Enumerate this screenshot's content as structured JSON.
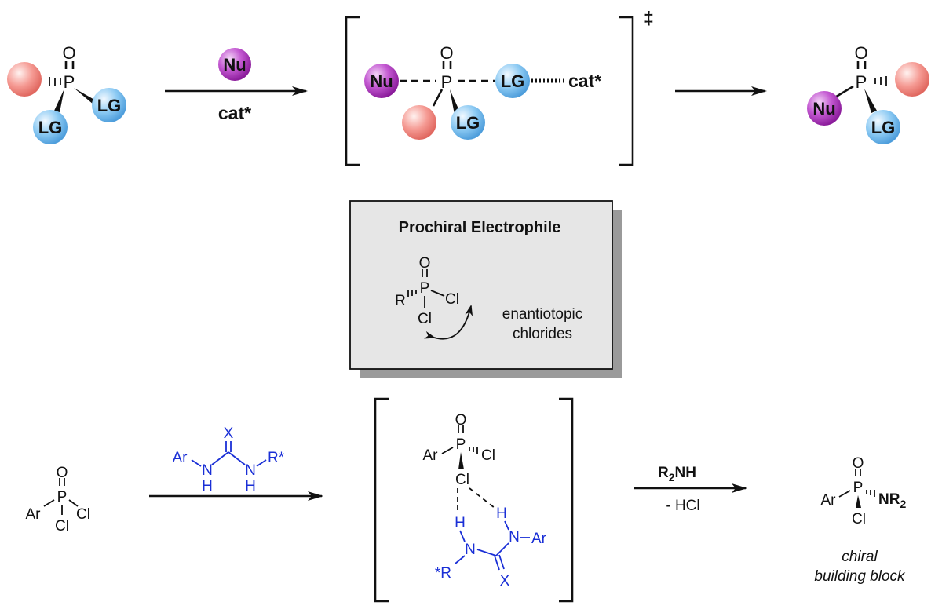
{
  "top_scheme": {
    "reactant": {
      "oxygen": "O",
      "phosphorus": "P",
      "leaving_group_a": "LG",
      "leaving_group_b": "LG"
    },
    "reagent": {
      "nucleophile": "Nu",
      "catalyst": "cat*"
    },
    "transition_state": {
      "nucleophile": "Nu",
      "oxygen": "O",
      "phosphorus": "P",
      "leaving_group_a": "LG",
      "leaving_group_b": "LG",
      "catalyst": "cat*",
      "marker": "‡"
    },
    "product": {
      "oxygen": "O",
      "phosphorus": "P",
      "nucleophile": "Nu",
      "leaving_group": "LG"
    }
  },
  "info_box": {
    "title": "Prochiral Electrophile",
    "structure": {
      "oxygen": "O",
      "phosphorus": "P",
      "r_group": "R",
      "chloride_a": "Cl",
      "chloride_b": "Cl"
    },
    "label_line1": "enantiotopic",
    "label_line2": "chlorides"
  },
  "bottom_scheme": {
    "substrate": {
      "oxygen": "O",
      "phosphorus": "P",
      "aryl": "Ar",
      "chloride_a": "Cl",
      "chloride_b": "Cl"
    },
    "catalyst": {
      "x": "X",
      "aryl": "Ar",
      "r_star": "R*",
      "n_a": "N",
      "n_b": "N",
      "h_a": "H",
      "h_b": "H"
    },
    "complex": {
      "oxygen": "O",
      "phosphorus": "P",
      "aryl": "Ar",
      "chloride_a": "Cl",
      "chloride_b": "Cl",
      "h_a": "H",
      "h_b": "H",
      "n_a": "N",
      "n_b": "N",
      "aryl2": "Ar",
      "r_star": "*R",
      "x": "X"
    },
    "reagent": {
      "amine_r2": "R",
      "amine_sub": "2",
      "amine_nh": "NH",
      "byproduct": "- HCl"
    },
    "product": {
      "oxygen": "O",
      "phosphorus": "P",
      "aryl": "Ar",
      "amine_nr": "NR",
      "amine_sub": "2",
      "chloride": "Cl",
      "caption_line1": "chiral",
      "caption_line2": "building block"
    }
  },
  "colors": {
    "red_ball": "#f08a85",
    "blue_ball": "#7fbfef",
    "purple_ball": "#b02cc0",
    "blue_text": "#1a2fd6",
    "box_fill": "#e6e6e6",
    "box_shadow": "#9a9a9a"
  }
}
